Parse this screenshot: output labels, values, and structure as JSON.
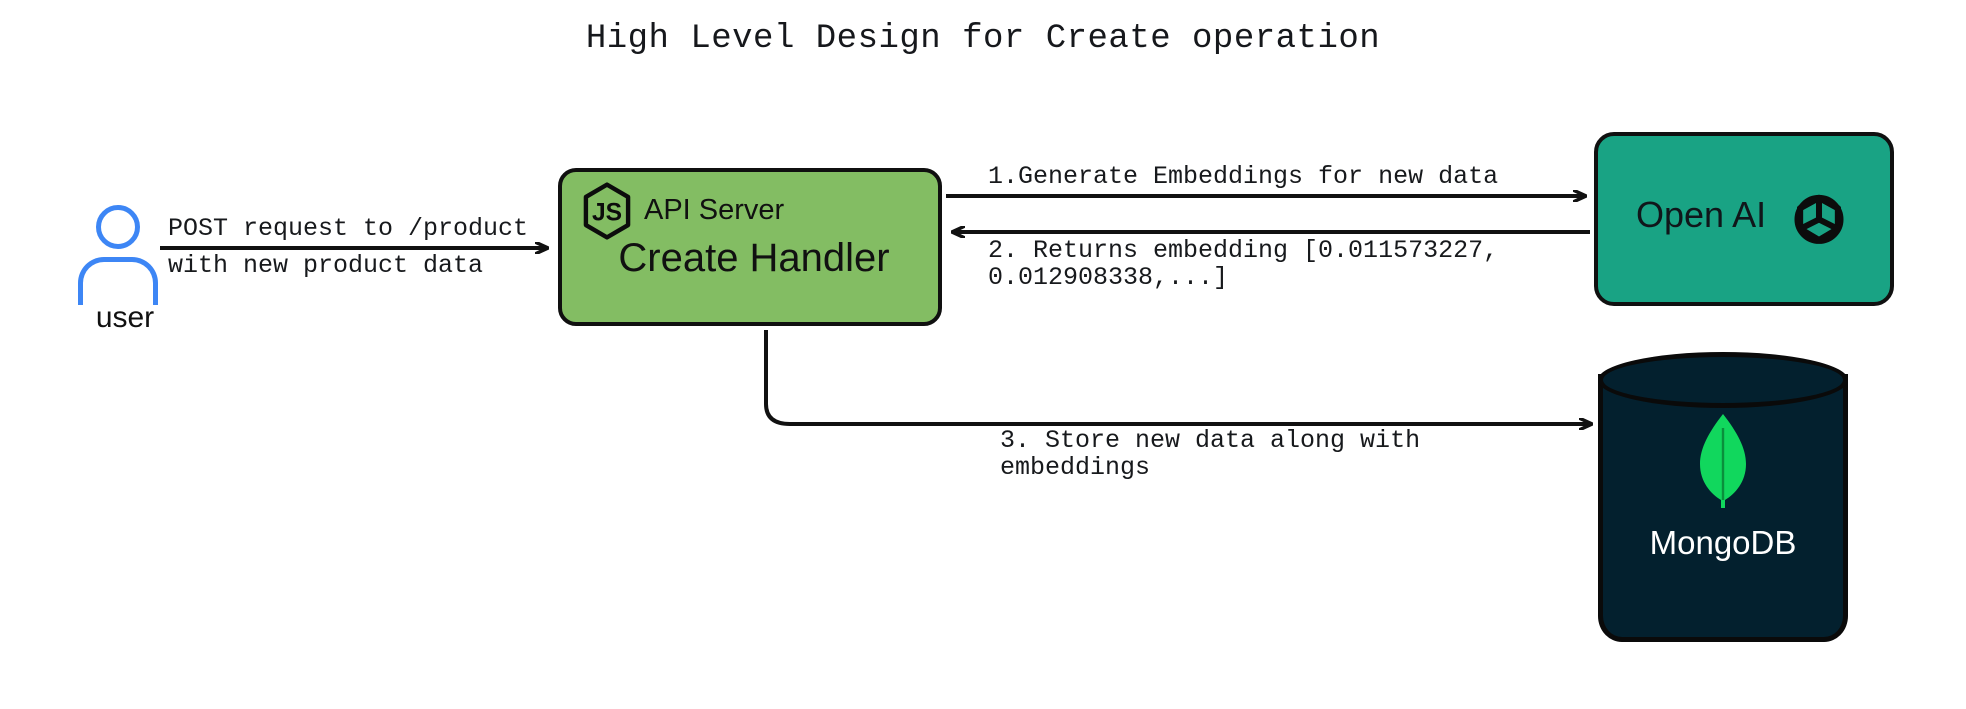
{
  "title": "High Level Design for Create operation",
  "colors": {
    "api_server_fill": "#83bd63",
    "openai_fill": "#19a384",
    "mongodb_fill": "#03202e",
    "mongodb_leaf": "#11d75d",
    "user_icon": "#3d86f5",
    "stroke": "#101010",
    "background": "#ffffff"
  },
  "nodes": {
    "user": {
      "label": "user",
      "icon": "user-person-icon"
    },
    "api_server": {
      "icon": "nodejs-js-hexagon-icon",
      "title": "API Server",
      "subtitle": "Create Handler"
    },
    "openai": {
      "label": "Open AI",
      "icon": "openai-flower-icon"
    },
    "mongodb": {
      "label": "MongoDB",
      "icon": "mongodb-leaf-icon",
      "shape": "cylinder"
    }
  },
  "edges": {
    "user_to_api": {
      "line1": "POST request to /product",
      "line2": "with new product data",
      "direction": "right"
    },
    "api_to_openai": {
      "text": "1.Generate Embeddings for new data",
      "direction": "right"
    },
    "openai_to_api": {
      "line1": "2. Returns embedding [0.011573227,",
      "line2": "0.012908338,...]",
      "direction": "left"
    },
    "api_to_mongodb": {
      "line1": "3. Store new data along with",
      "line2": "embeddings",
      "direction": "right"
    }
  }
}
